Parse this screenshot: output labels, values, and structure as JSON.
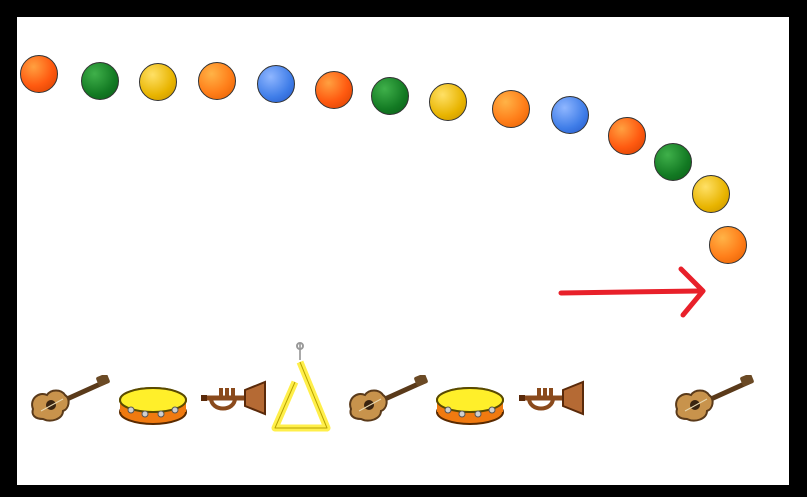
{
  "game": {
    "beads": [
      {
        "color": "orange-red",
        "icon": "bead-orange-red"
      },
      {
        "color": "green",
        "icon": "bead-green"
      },
      {
        "color": "yellow",
        "icon": "bead-yellow"
      },
      {
        "color": "orange",
        "icon": "bead-orange"
      },
      {
        "color": "blue",
        "icon": "bead-blue"
      },
      {
        "color": "orange-red",
        "icon": "bead-orange-red"
      },
      {
        "color": "green",
        "icon": "bead-green"
      },
      {
        "color": "yellow",
        "icon": "bead-yellow"
      },
      {
        "color": "orange",
        "icon": "bead-orange"
      },
      {
        "color": "blue",
        "icon": "bead-blue"
      },
      {
        "color": "orange-red",
        "icon": "bead-orange-red"
      },
      {
        "color": "green",
        "icon": "bead-green"
      },
      {
        "color": "yellow",
        "icon": "bead-yellow"
      },
      {
        "color": "orange",
        "icon": "bead-orange"
      }
    ],
    "instruments": [
      "guitar",
      "tambourine",
      "trumpet",
      "triangle",
      "guitar",
      "tambourine",
      "trumpet",
      "empty",
      "guitar"
    ],
    "arrow_color": "#e8202a",
    "colors": {
      "frame": "#000000",
      "board": "#ffffff"
    }
  }
}
